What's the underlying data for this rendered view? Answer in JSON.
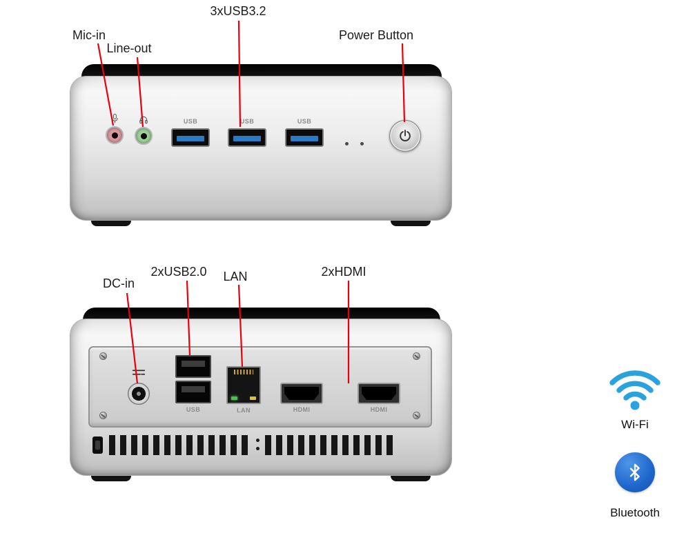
{
  "front": {
    "labels": {
      "usb3": "3xUSB3.2",
      "mic": "Mic-in",
      "lineout": "Line-out",
      "power": "Power Button"
    },
    "port_labels": {
      "usb": "USB"
    }
  },
  "rear": {
    "labels": {
      "dcin": "DC-in",
      "usb2": "2xUSB2.0",
      "lan": "LAN",
      "hdmi": "2xHDMI"
    },
    "port_labels": {
      "usb": "USB",
      "lan": "LAN",
      "hdmi": "HDMI"
    }
  },
  "features": {
    "wifi": "Wi-Fi",
    "bluetooth": "Bluetooth"
  },
  "colors": {
    "leader_line": "#e8000d",
    "wifi_blue": "#2aa2de",
    "bluetooth_blue": "#1e66cc",
    "usb3_blue": "#2b7bc4",
    "mic_pink": "#dc99a0",
    "lineout_green": "#9ed29a"
  }
}
